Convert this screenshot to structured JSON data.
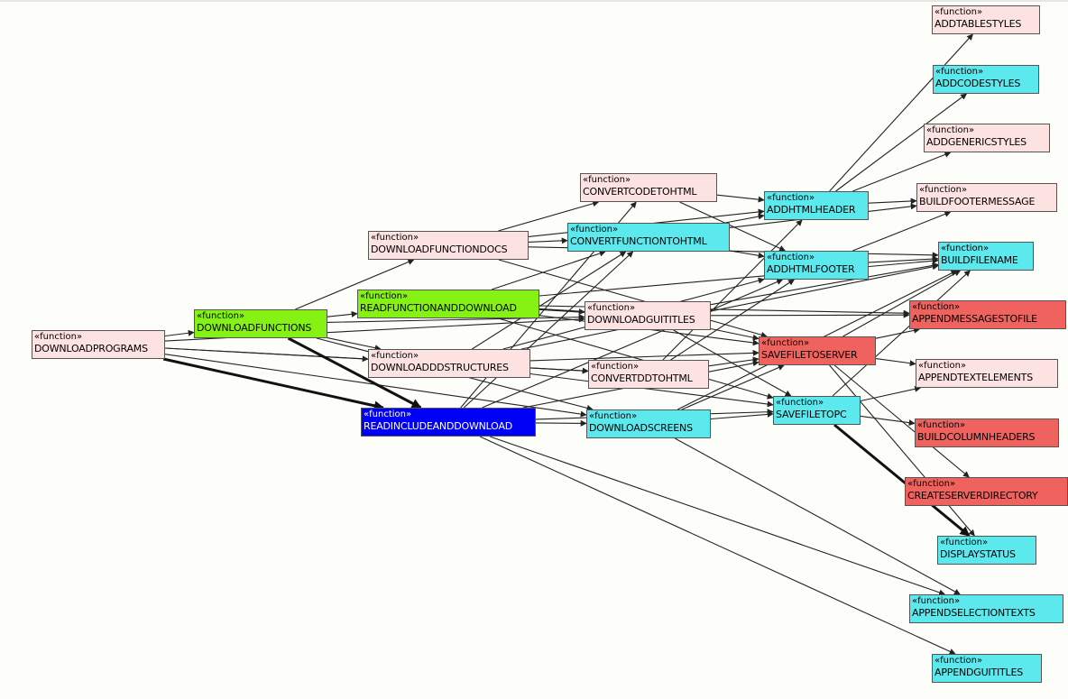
{
  "stereotype": "«function»",
  "colors": {
    "pink": "#fde2e2",
    "cyan": "#5be9ee",
    "red": "#f0625e",
    "green": "#86f213",
    "blue": "#0000f6",
    "edge": "#222222"
  },
  "nodes": [
    {
      "id": "downloadprograms",
      "label": "DOWNLOADPROGRAMS",
      "color": "pink"
    },
    {
      "id": "downloadfunctions",
      "label": "DOWNLOADFUNCTIONS",
      "color": "green"
    },
    {
      "id": "downloadfunctiondocs",
      "label": "DOWNLOADFUNCTIONDOCS",
      "color": "pink"
    },
    {
      "id": "readfunctionanddownload",
      "label": "READFUNCTIONANDDOWNLOAD",
      "color": "green"
    },
    {
      "id": "downloadddstructures",
      "label": "DOWNLOADDDSTRUCTURES",
      "color": "pink"
    },
    {
      "id": "readincludeanddownload",
      "label": "READINCLUDEANDDOWNLOAD",
      "color": "blue"
    },
    {
      "id": "convertcodetohtml",
      "label": "CONVERTCODETOHTML",
      "color": "pink"
    },
    {
      "id": "convertfunctiontohtml",
      "label": "CONVERTFUNCTIONTOHTML",
      "color": "cyan"
    },
    {
      "id": "downloadguititles",
      "label": "DOWNLOADGUITITLES",
      "color": "pink"
    },
    {
      "id": "convertddtohtml",
      "label": "CONVERTDDTOHTML",
      "color": "pink"
    },
    {
      "id": "downloadscreens",
      "label": "DOWNLOADSCREENS",
      "color": "cyan"
    },
    {
      "id": "addhtmlheader",
      "label": "ADDHTMLHEADER",
      "color": "cyan"
    },
    {
      "id": "addhtmlfooter",
      "label": "ADDHTMLFOOTER",
      "color": "cyan"
    },
    {
      "id": "savefiletoserver",
      "label": "SAVEFILETOSERVER",
      "color": "red"
    },
    {
      "id": "savefiletopc",
      "label": "SAVEFILETOPC",
      "color": "cyan"
    },
    {
      "id": "addtablestyles",
      "label": "ADDTABLESTYLES",
      "color": "pink"
    },
    {
      "id": "addcodestyles",
      "label": "ADDCODESTYLES",
      "color": "cyan"
    },
    {
      "id": "addgenericstyles",
      "label": "ADDGENERICSTYLES",
      "color": "pink"
    },
    {
      "id": "buildfootermessage",
      "label": "BUILDFOOTERMESSAGE",
      "color": "pink"
    },
    {
      "id": "buildfilename",
      "label": "BUILDFILENAME",
      "color": "cyan"
    },
    {
      "id": "appendmessagestofile",
      "label": "APPENDMESSAGESTOFILE",
      "color": "red"
    },
    {
      "id": "appendtextelements",
      "label": "APPENDTEXTELEMENTS",
      "color": "pink"
    },
    {
      "id": "buildcolumnheaders",
      "label": "BUILDCOLUMNHEADERS",
      "color": "red"
    },
    {
      "id": "createserverdirectory",
      "label": "CREATESERVERDIRECTORY",
      "color": "red"
    },
    {
      "id": "displaystatus",
      "label": "DISPLAYSTATUS",
      "color": "cyan"
    },
    {
      "id": "appendselectiontexts",
      "label": "APPENDSELECTIONTEXTS",
      "color": "cyan"
    },
    {
      "id": "appendguititles",
      "label": "APPENDGUITITLES",
      "color": "cyan"
    }
  ],
  "edges": [
    {
      "from": "downloadprograms",
      "to": "downloadfunctions",
      "weight": 1
    },
    {
      "from": "downloadprograms",
      "to": "downloadddstructures",
      "weight": 1
    },
    {
      "from": "downloadprograms",
      "to": "readincludeanddownload",
      "weight": 3
    },
    {
      "from": "downloadprograms",
      "to": "downloadscreens",
      "weight": 1
    },
    {
      "from": "downloadprograms",
      "to": "downloadguititles",
      "weight": 1
    },
    {
      "from": "downloadprograms",
      "to": "convertddtohtml",
      "weight": 1
    },
    {
      "from": "downloadfunctions",
      "to": "downloadfunctiondocs",
      "weight": 1
    },
    {
      "from": "downloadfunctions",
      "to": "readfunctionanddownload",
      "weight": 1
    },
    {
      "from": "downloadfunctions",
      "to": "downloadddstructures",
      "weight": 1
    },
    {
      "from": "downloadfunctions",
      "to": "readincludeanddownload",
      "weight": 3
    },
    {
      "from": "downloadfunctions",
      "to": "downloadguititles",
      "weight": 1
    },
    {
      "from": "downloadfunctions",
      "to": "downloadscreens",
      "weight": 1
    },
    {
      "from": "downloadfunctiondocs",
      "to": "convertcodetohtml",
      "weight": 1
    },
    {
      "from": "downloadfunctiondocs",
      "to": "convertfunctiontohtml",
      "weight": 1
    },
    {
      "from": "downloadfunctiondocs",
      "to": "addhtmlheader",
      "weight": 1
    },
    {
      "from": "downloadfunctiondocs",
      "to": "savefiletoserver",
      "weight": 1
    },
    {
      "from": "downloadfunctiondocs",
      "to": "buildfilename",
      "weight": 1
    },
    {
      "from": "readfunctionanddownload",
      "to": "downloadguititles",
      "weight": 2
    },
    {
      "from": "readfunctionanddownload",
      "to": "convertfunctiontohtml",
      "weight": 1
    },
    {
      "from": "readfunctionanddownload",
      "to": "savefiletoserver",
      "weight": 1
    },
    {
      "from": "readfunctionanddownload",
      "to": "savefiletopc",
      "weight": 1
    },
    {
      "from": "readfunctionanddownload",
      "to": "buildfilename",
      "weight": 1
    },
    {
      "from": "readfunctionanddownload",
      "to": "appendmessagestofile",
      "weight": 1
    },
    {
      "from": "downloadddstructures",
      "to": "convertddtohtml",
      "weight": 1
    },
    {
      "from": "downloadddstructures",
      "to": "convertfunctiontohtml",
      "weight": 1
    },
    {
      "from": "downloadddstructures",
      "to": "savefiletoserver",
      "weight": 1
    },
    {
      "from": "downloadddstructures",
      "to": "savefiletopc",
      "weight": 1
    },
    {
      "from": "downloadddstructures",
      "to": "buildfilename",
      "weight": 1
    },
    {
      "from": "downloadddstructures",
      "to": "addhtmlfooter",
      "weight": 1
    },
    {
      "from": "readincludeanddownload",
      "to": "convertcodetohtml",
      "weight": 1
    },
    {
      "from": "readincludeanddownload",
      "to": "downloadscreens",
      "weight": 1
    },
    {
      "from": "readincludeanddownload",
      "to": "savefiletoserver",
      "weight": 1
    },
    {
      "from": "readincludeanddownload",
      "to": "savefiletopc",
      "weight": 1
    },
    {
      "from": "readincludeanddownload",
      "to": "appendselectiontexts",
      "weight": 1
    },
    {
      "from": "readincludeanddownload",
      "to": "appendguititles",
      "weight": 1
    },
    {
      "from": "readincludeanddownload",
      "to": "addhtmlfooter",
      "weight": 1
    },
    {
      "from": "readincludeanddownload",
      "to": "convertfunctiontohtml",
      "weight": 1
    },
    {
      "from": "convertcodetohtml",
      "to": "addhtmlheader",
      "weight": 1
    },
    {
      "from": "convertcodetohtml",
      "to": "addhtmlfooter",
      "weight": 1
    },
    {
      "from": "convertfunctiontohtml",
      "to": "addhtmlheader",
      "weight": 1
    },
    {
      "from": "convertfunctiontohtml",
      "to": "addhtmlfooter",
      "weight": 1
    },
    {
      "from": "convertfunctiontohtml",
      "to": "buildfootermessage",
      "weight": 1
    },
    {
      "from": "downloadguititles",
      "to": "savefiletoserver",
      "weight": 1
    },
    {
      "from": "downloadguititles",
      "to": "savefiletopc",
      "weight": 1
    },
    {
      "from": "downloadguititles",
      "to": "buildfilename",
      "weight": 1
    },
    {
      "from": "downloadguititles",
      "to": "appendmessagestofile",
      "weight": 1
    },
    {
      "from": "convertddtohtml",
      "to": "addhtmlheader",
      "weight": 1
    },
    {
      "from": "convertddtohtml",
      "to": "addhtmlfooter",
      "weight": 1
    },
    {
      "from": "convertddtohtml",
      "to": "savefiletoserver",
      "weight": 1
    },
    {
      "from": "downloadscreens",
      "to": "savefiletoserver",
      "weight": 1
    },
    {
      "from": "downloadscreens",
      "to": "savefiletopc",
      "weight": 1
    },
    {
      "from": "downloadscreens",
      "to": "buildfilename",
      "weight": 1
    },
    {
      "from": "downloadscreens",
      "to": "appendselectiontexts",
      "weight": 1
    },
    {
      "from": "addhtmlheader",
      "to": "addtablestyles",
      "weight": 1
    },
    {
      "from": "addhtmlheader",
      "to": "addcodestyles",
      "weight": 1
    },
    {
      "from": "addhtmlheader",
      "to": "addgenericstyles",
      "weight": 1
    },
    {
      "from": "addhtmlheader",
      "to": "buildfootermessage",
      "weight": 1
    },
    {
      "from": "addhtmlfooter",
      "to": "buildfootermessage",
      "weight": 1
    },
    {
      "from": "addhtmlfooter",
      "to": "buildfilename",
      "weight": 1
    },
    {
      "from": "savefiletoserver",
      "to": "createserverdirectory",
      "weight": 1
    },
    {
      "from": "savefiletoserver",
      "to": "displaystatus",
      "weight": 1
    },
    {
      "from": "savefiletoserver",
      "to": "appendtextelements",
      "weight": 1
    },
    {
      "from": "savefiletoserver",
      "to": "appendmessagestofile",
      "weight": 1
    },
    {
      "from": "savefiletoserver",
      "to": "buildfilename",
      "weight": 1
    },
    {
      "from": "savefiletopc",
      "to": "displaystatus",
      "weight": 3
    },
    {
      "from": "savefiletopc",
      "to": "buildfilename",
      "weight": 1
    },
    {
      "from": "savefiletopc",
      "to": "appendtextelements",
      "weight": 1
    },
    {
      "from": "savefiletopc",
      "to": "buildcolumnheaders",
      "weight": 1
    }
  ]
}
